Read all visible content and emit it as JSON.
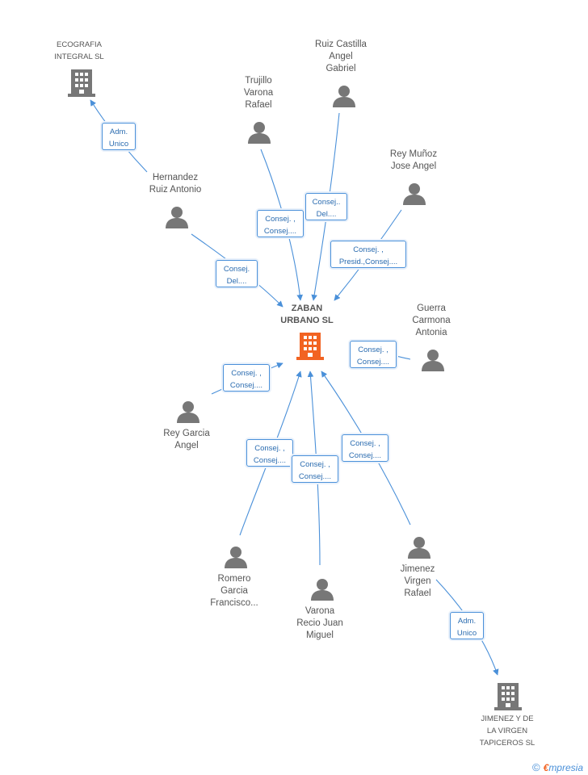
{
  "center": {
    "label": "ZABAN\nURBANO SL",
    "icon": "building-icon",
    "color": "#f26322"
  },
  "companies": [
    {
      "key": "ecografia",
      "label": "ECOGRAFIA\nINTEGRAL  SL",
      "icon": "building-icon"
    },
    {
      "key": "jimenez_virgen",
      "label": "JIMENEZ Y DE\nLA VIRGEN\nTAPICEROS SL",
      "icon": "building-icon"
    }
  ],
  "persons": [
    {
      "key": "ruiz_castilla",
      "label": "Ruiz Castilla\nAngel\nGabriel"
    },
    {
      "key": "trujillo",
      "label": "Trujillo\nVarona\nRafael"
    },
    {
      "key": "rey_munoz",
      "label": "Rey Muñoz\nJose Angel"
    },
    {
      "key": "hernandez",
      "label": "Hernandez\nRuiz Antonio"
    },
    {
      "key": "guerra",
      "label": "Guerra\nCarmona\nAntonia"
    },
    {
      "key": "rey_garcia",
      "label": "Rey Garcia\nAngel"
    },
    {
      "key": "romero",
      "label": "Romero\nGarcia\nFrancisco..."
    },
    {
      "key": "varona_recio",
      "label": "Varona\nRecio Juan\nMiguel"
    },
    {
      "key": "jimenez_virgen_rafael",
      "label": "Jimenez\nVirgen\nRafael"
    }
  ],
  "relations": [
    {
      "key": "adm_ecografia",
      "label": "Adm.\nUnico"
    },
    {
      "key": "ruiz_castilla",
      "label": "Consej..\nDel...."
    },
    {
      "key": "trujillo",
      "label": "Consej. ,\nConsej...."
    },
    {
      "key": "rey_munoz",
      "label": "Consej. ,\nPresid.,Consej...."
    },
    {
      "key": "hernandez",
      "label": "Consej.\nDel...."
    },
    {
      "key": "guerra",
      "label": "Consej. ,\nConsej...."
    },
    {
      "key": "rey_garcia",
      "label": "Consej. ,\nConsej...."
    },
    {
      "key": "romero",
      "label": "Consej. ,\nConsej...."
    },
    {
      "key": "varona_recio",
      "label": "Consej. ,\nConsej...."
    },
    {
      "key": "jimenez_rafael",
      "label": "Consej. ,\nConsej...."
    },
    {
      "key": "adm_jimenez",
      "label": "Adm.\nUnico"
    }
  ],
  "colors": {
    "edge": "#4a90d9",
    "person": "#777777",
    "company": "#777777",
    "center": "#f26322"
  },
  "footer": {
    "copyright": "©",
    "brand_first": "€",
    "brand_rest": "mpresia"
  }
}
